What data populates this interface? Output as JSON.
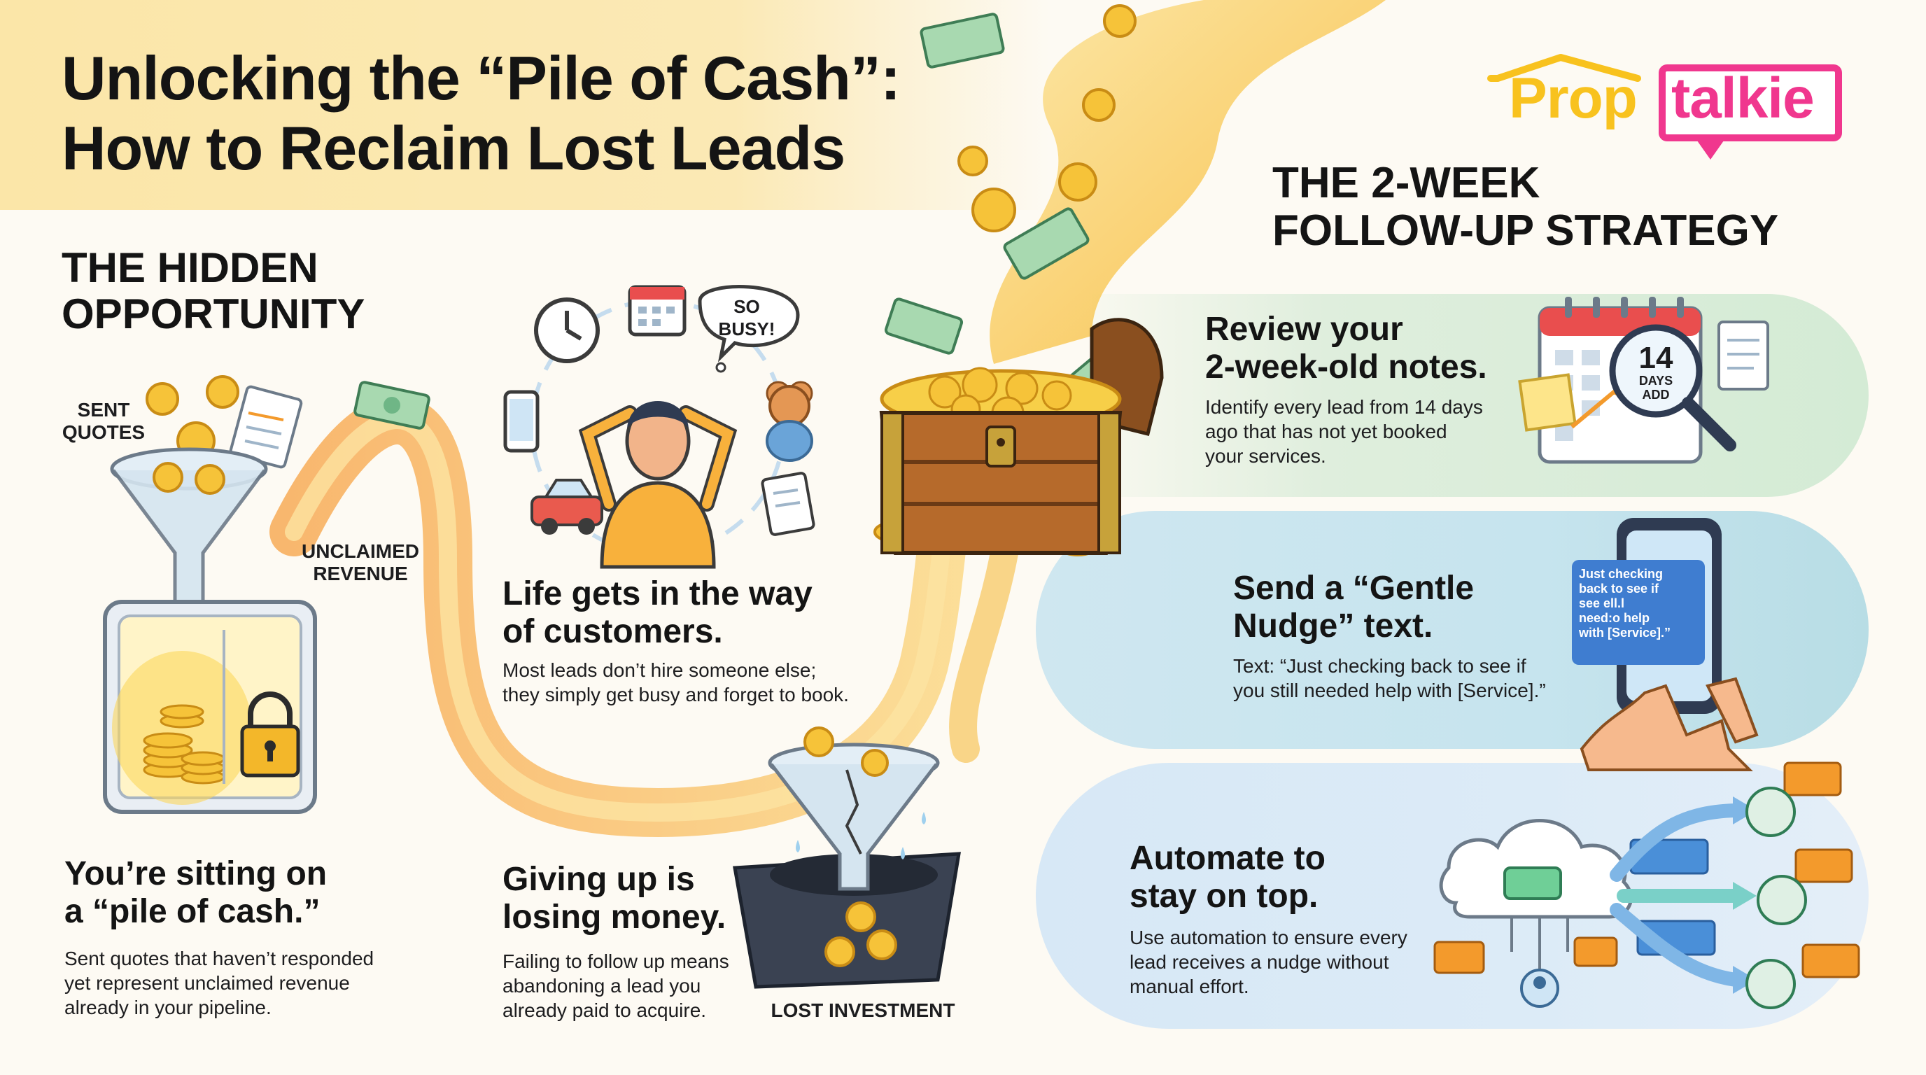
{
  "title": {
    "line1": "Unlocking the “Pile of Cash”:",
    "line2": "How to Reclaim Lost Leads"
  },
  "logo": {
    "part1": "Prop",
    "part2": "talkie"
  },
  "hidden_opportunity": {
    "heading_line1": "THE HIDDEN",
    "heading_line2": "OPPORTUNITY",
    "label_sent_line1": "SENT",
    "label_sent_line2": "QUOTES",
    "label_unclaimed_line1": "UNCLAIMED",
    "label_unclaimed_line2": "REVENUE",
    "card_heading_line1": "You’re sitting on",
    "card_heading_line2": "a “pile of cash.”",
    "card_body_line1": "Sent quotes that haven’t responded",
    "card_body_line2": "yet represent unclaimed revenue",
    "card_body_line3": "already in your pipeline."
  },
  "life_busy": {
    "bubble_line1": "SO",
    "bubble_line2": "BUSY!",
    "heading_line1": "Life gets in the way",
    "heading_line2": "of customers.",
    "body_line1": "Most leads don’t hire someone else;",
    "body_line2": "they simply get busy and forget to book."
  },
  "giving_up": {
    "heading_line1": "Giving up is",
    "heading_line2": "losing money.",
    "body_line1": "Failing to follow up means",
    "body_line2": "abandoning a lead you",
    "body_line3": "already paid to acquire.",
    "label_lost": "LOST INVESTMENT"
  },
  "strategy": {
    "heading_line1": "THE 2-WEEK",
    "heading_line2": "FOLLOW-UP STRATEGY",
    "step1": {
      "heading_line1": "Review your",
      "heading_line2": "2-week-old notes.",
      "body_line1": "Identify every lead from 14 days",
      "body_line2": "ago that has not yet booked",
      "body_line3": "your services.",
      "calendar_number": "14",
      "calendar_line1": "DAYS",
      "calendar_line2": "ADD"
    },
    "step2": {
      "heading_line1": "Send a “Gentle",
      "heading_line2": "Nudge” text.",
      "body_line1": "Text: “Just checking back to see if",
      "body_line2": "you still needed help with [Service].”",
      "phone_msg_line1": "Just checking",
      "phone_msg_line2": "back to see if",
      "phone_msg_line3": "see ell.l",
      "phone_msg_line4": "need:o help",
      "phone_msg_line5": "with [Service].”"
    },
    "step3": {
      "heading_line1": "Automate to",
      "heading_line2": "stay on top.",
      "body_line1": "Use automation to ensure every",
      "body_line2": "lead receives a nudge without",
      "body_line3": "manual effort."
    }
  },
  "colors": {
    "gold": "#f5b324",
    "orange": "#f39a2c",
    "pink": "#f0378e",
    "green_band": "#dfeedd",
    "teal_band": "#c6e4ee",
    "blue_band": "#dcebf7",
    "cash_green": "#8cc8a0"
  },
  "icons": [
    "funnel-icon",
    "safe-icon",
    "padlock-icon",
    "coin-icon",
    "clock-icon",
    "calendar-icon",
    "phone-icon",
    "car-icon",
    "teddy-bear-icon",
    "document-icon",
    "treasure-chest-icon",
    "banknote-icon",
    "broken-funnel-icon",
    "magnifier-icon",
    "smartphone-icon",
    "cloud-icon",
    "chat-bubble-icon",
    "user-avatar-icon"
  ]
}
